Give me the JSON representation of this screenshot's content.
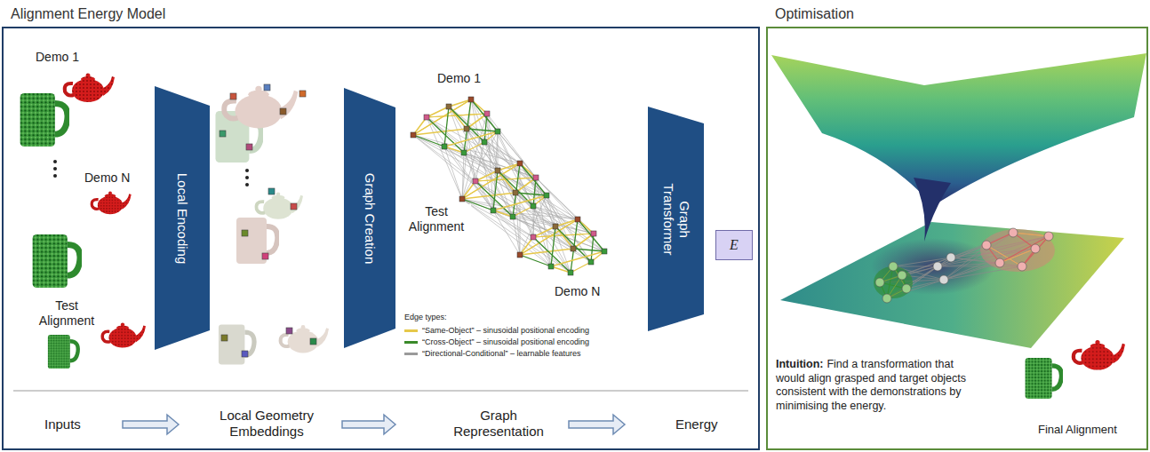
{
  "diagram": {
    "nodes": [
      {
        "text": [
          "Alignment Energy Model"
        ]
      },
      {
        "text": [
          "Local Encoding"
        ],
        "in": 0
      },
      {
        "text": [
          "Graph Creation"
        ],
        "in": 0
      },
      {
        "text": [
          "Graph Transformer"
        ],
        "in": 0
      },
      {
        "text": [
          "E"
        ],
        "in": 0
      },
      {
        "text": [
          "Optimisation"
        ]
      }
    ],
    "labels": [
      "Demo 1",
      "Demo N",
      "Test Alignment",
      "Demo 1",
      "Test Alignment",
      "Demo N",
      "Edge types:",
      "Inputs",
      "Local Geometry Embeddings",
      "Graph Representation",
      "Energy",
      "Intuition:",
      "Find a transformation that would align grasped and target objects consistent with the demonstrations by minimising the energy.",
      "Final Alignment"
    ],
    "legend": [
      {
        "text": "“Same-Object” – sinusoidal positional encoding",
        "color": "#e6c84a"
      },
      {
        "text": "“Cross-Object” – sinusoidal positional encoding",
        "color": "#3a8a2a"
      },
      {
        "text": "“Directional-Conditional” – learnable features",
        "color": "#9a9a9a"
      }
    ]
  }
}
